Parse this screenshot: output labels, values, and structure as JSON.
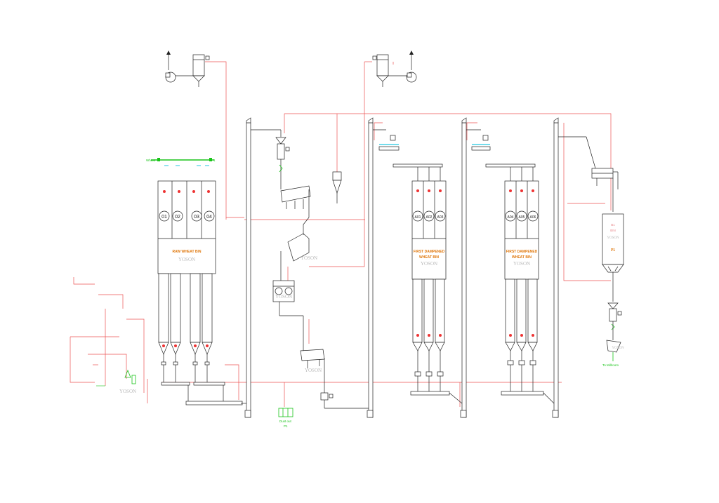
{
  "silo_group_1": {
    "bins": [
      "01",
      "02",
      "03",
      "04"
    ],
    "name": "RAW WHEAT BIN",
    "watermark": "YOSON"
  },
  "silo_group_2": {
    "bins": [
      "A01",
      "A02",
      "A03"
    ],
    "name_line1": "FIRST DAMPENED",
    "name_line2": "WHEAT BIN",
    "watermark": "YOSON"
  },
  "silo_group_3": {
    "bins": [
      "A04",
      "A05",
      "A06"
    ],
    "name_line1": "FIRST DAMPENED",
    "name_line2": "WHEAT BIN",
    "watermark": "YOSON"
  },
  "final_bin": {
    "line1": "B1",
    "line2": "BIN",
    "line3": "YOSON",
    "code": "P1"
  },
  "labels": {
    "intake_left": "Wheat",
    "intake_right": "1",
    "to_mill": "To Millroom",
    "dust_out_1": "Dust out",
    "dust_out_2": "P1",
    "fan_tag_1": "2",
    "fan_tag_2": "1",
    "watermark": "YOSON"
  },
  "colors": {
    "red_line": "#ec5252",
    "equipment": "#222222",
    "green": "#19c419",
    "orange": "#e07a10",
    "watermark": "#b9b9b9",
    "cyan": "#22c7e0"
  }
}
